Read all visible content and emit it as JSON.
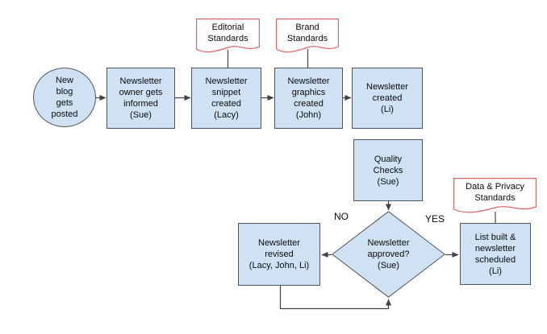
{
  "colors": {
    "canvas_bg": "#ffffff",
    "node_fill": "#cfe2f3",
    "node_border": "#50555c",
    "connector": "#3f4347",
    "doc_fill": "#ffffff",
    "doc_border": "#e06666",
    "text": "#0b0b0b"
  },
  "nodes": {
    "start": {
      "label": "New\nblog\ngets\nposted"
    },
    "owner": {
      "label": "Newsletter\nowner gets\ninformed\n(Sue)"
    },
    "snippet": {
      "label": "Newsletter\nsnippet\ncreated\n(Lacy)"
    },
    "graphics": {
      "label": "Newsletter\ngraphics\ncreated\n(John)"
    },
    "created": {
      "label": "Newsletter\ncreated\n(Li)"
    },
    "quality": {
      "label": "Quality\nChecks\n(Sue)"
    },
    "decision": {
      "label": "Newsletter\napproved?\n(Sue)"
    },
    "revised": {
      "label": "Newsletter\nrevised\n(Lacy, John, Li)"
    },
    "scheduled": {
      "label": "List built &\nnewsletter\nscheduled\n(Li)"
    }
  },
  "documents": {
    "editorial": {
      "label": "Editorial\nStandards"
    },
    "brand": {
      "label": "Brand\nStandards"
    },
    "data_privacy": {
      "label": "Data & Privacy\nStandards"
    }
  },
  "branch_labels": {
    "no": "NO",
    "yes": "YES"
  }
}
